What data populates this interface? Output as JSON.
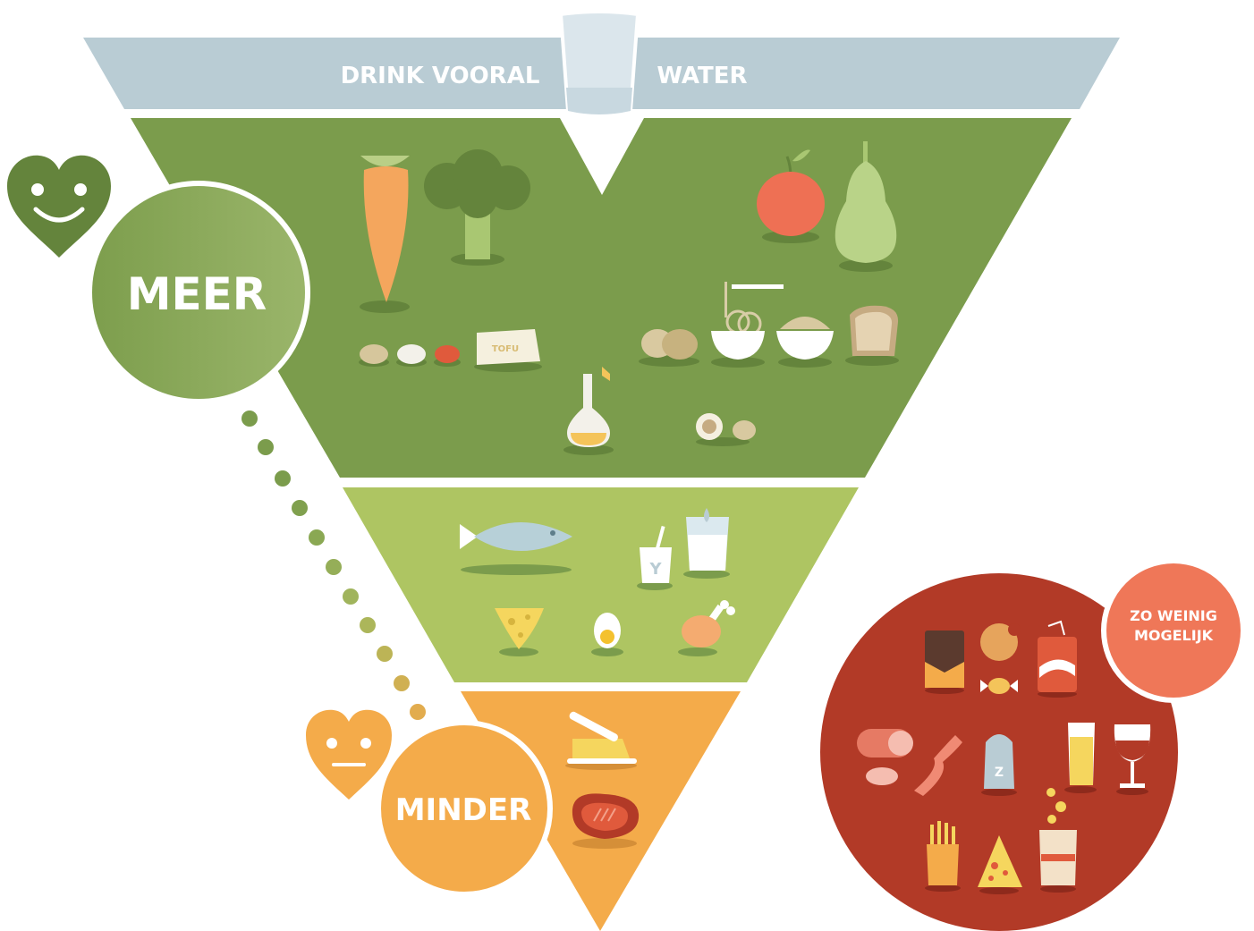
{
  "water_bar": {
    "left_text": "DRINK VOORAL",
    "right_text": "WATER",
    "color": "#b9ccd4"
  },
  "tiers": {
    "top_color": "#7b9c4c",
    "middle_color": "#aec562",
    "bottom_color": "#f4ab4a"
  },
  "meer": {
    "label": "MEER",
    "color": "#8caa5a",
    "face": "happy"
  },
  "minder": {
    "label": "MINDER",
    "color": "#f4ab4a",
    "face": "neutral"
  },
  "zo_weinig": {
    "label_line1": "ZO WEINIG",
    "label_line2": "MOGELIJK",
    "circle_color": "#b23a27",
    "badge_color": "#ef7758"
  },
  "tofu_label": "TOFU",
  "yoghurt_label": "Y",
  "salt_label": "Z",
  "icons": {
    "top_tier": [
      "carrot-icon",
      "broccoli-icon",
      "apple-icon",
      "pear-icon",
      "beans-icon",
      "tofu-icon",
      "pasta-bowl-icon",
      "rice-bowl-icon",
      "potatoes-icon",
      "bread-icon",
      "oil-bottle-icon",
      "nuts-icon"
    ],
    "middle_tier": [
      "fish-icon",
      "yoghurt-icon",
      "milk-glass-icon",
      "cheese-icon",
      "egg-icon",
      "chicken-leg-icon"
    ],
    "bottom_tier": [
      "butter-icon",
      "steak-icon"
    ],
    "red_circle": [
      "chocolate-icon",
      "cookie-icon",
      "soda-can-icon",
      "candy-icon",
      "sausage-icon",
      "bacon-icon",
      "salt-shaker-icon",
      "beer-icon",
      "wine-icon",
      "fries-icon",
      "pizza-icon",
      "chips-icon"
    ]
  }
}
